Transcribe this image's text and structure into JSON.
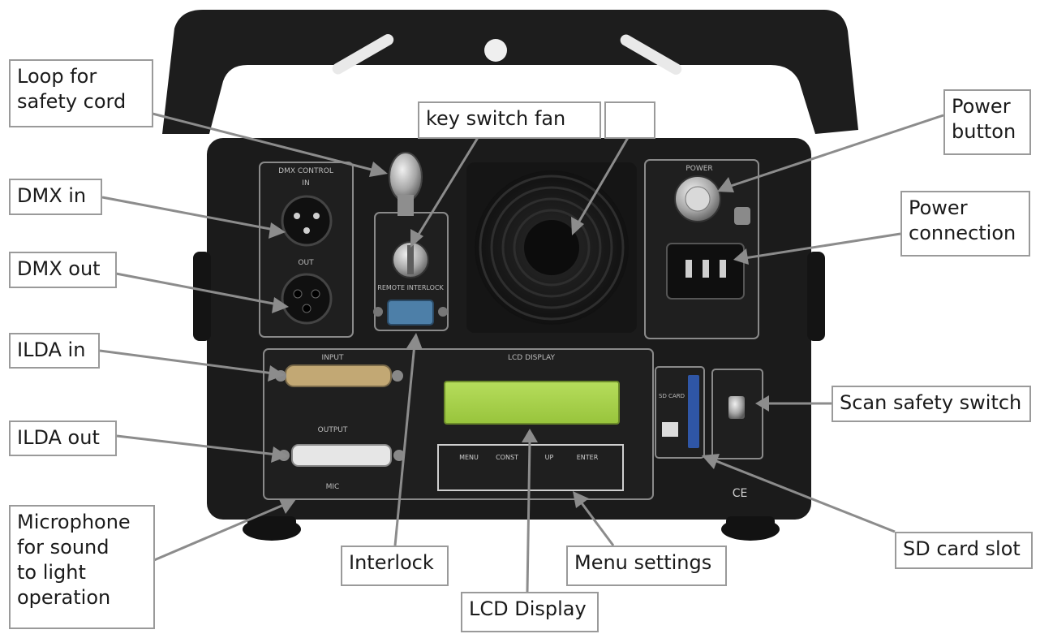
{
  "diagram": {
    "callouts": [
      {
        "id": "loop",
        "lines": [
          "Loop for",
          "safety cord"
        ]
      },
      {
        "id": "keyswitch",
        "lines": [
          "key switch fan"
        ]
      },
      {
        "id": "blank",
        "lines": []
      },
      {
        "id": "powerbutton",
        "lines": [
          "Power",
          "button"
        ]
      },
      {
        "id": "dmxin",
        "lines": [
          "DMX in"
        ]
      },
      {
        "id": "powerconn",
        "lines": [
          "Power",
          "connection"
        ]
      },
      {
        "id": "dmxout",
        "lines": [
          "DMX out"
        ]
      },
      {
        "id": "ildain",
        "lines": [
          "ILDA in"
        ]
      },
      {
        "id": "scan",
        "lines": [
          "Scan safety switch"
        ]
      },
      {
        "id": "ildaout",
        "lines": [
          "ILDA out"
        ]
      },
      {
        "id": "mic",
        "lines": [
          "Microphone",
          "for sound",
          "to light",
          "operation"
        ]
      },
      {
        "id": "interlock",
        "lines": [
          "Interlock"
        ]
      },
      {
        "id": "menu",
        "lines": [
          "Menu settings"
        ]
      },
      {
        "id": "sd",
        "lines": [
          "SD card slot"
        ]
      },
      {
        "id": "lcd",
        "lines": [
          "LCD Display"
        ]
      }
    ],
    "device_labels": [
      "POWER",
      "DMX CONTROL",
      "IN",
      "OUT",
      "REMOTE INTERLOCK",
      "INPUT",
      "OUTPUT",
      "MIC",
      "LCD DISPLAY",
      "MENU",
      "CONST",
      "UP",
      "ENTER",
      "SD CARD",
      "CE"
    ],
    "colors": {
      "device": "#1d1d1d",
      "panel_line": "#8a8a8a",
      "lcd": "#a9d64e",
      "callout_border": "#9a9a9a",
      "leader": "#8c8c8c"
    }
  }
}
